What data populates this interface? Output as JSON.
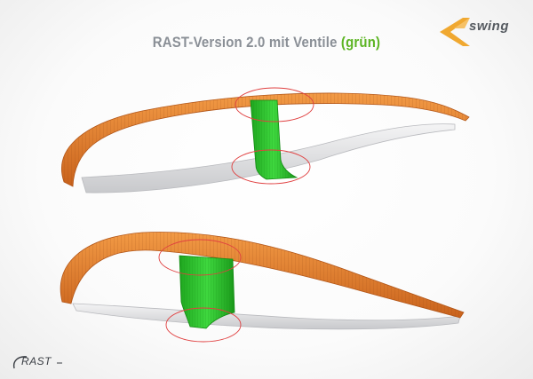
{
  "title": {
    "prefix": "RAST-Version 2.0 mit Ventile ",
    "accent": "(grün)"
  },
  "brand": {
    "name": "swing",
    "accent_color": "#f0a830"
  },
  "footer_logo": {
    "name": "RAST"
  },
  "colors": {
    "canopy_orange": "#e07b2b",
    "rib_grey": "#d9dadd",
    "valve_green": "#2fc02f",
    "highlight_circle": "#e04040",
    "title_grey": "#8a8f96",
    "title_accent": "#5cb523"
  },
  "icons": {
    "brand": "swing-chevron-logo",
    "footer": "rast-logo"
  }
}
